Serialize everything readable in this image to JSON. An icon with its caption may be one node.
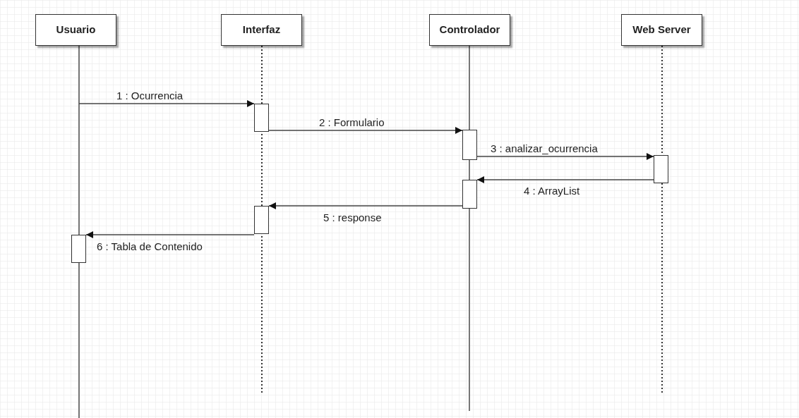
{
  "diagram": {
    "nodes": [
      {
        "text": [
          "Usuario"
        ]
      },
      {
        "text": [
          "Interfaz"
        ]
      },
      {
        "text": [
          "Controlador"
        ]
      },
      {
        "text": [
          "Web Server"
        ]
      },
      {
        "text": [],
        "shape": "bar"
      },
      {
        "text": [],
        "shape": "bar"
      },
      {
        "text": [],
        "shape": "bar"
      },
      {
        "text": [],
        "shape": "bar"
      },
      {
        "text": [],
        "shape": "bar"
      },
      {
        "text": [],
        "shape": "bar"
      }
    ],
    "edges": [
      {
        "from": null,
        "to": 4,
        "arrow": "to",
        "label": "1 : Ocurrencia"
      },
      {
        "from": 4,
        "to": 5,
        "arrow": "to",
        "label": "2 : Formulario"
      },
      {
        "from": 5,
        "to": 6,
        "arrow": "to",
        "label": "3 : analizar_ocurrencia"
      },
      {
        "from": 6,
        "to": 7,
        "arrow": "to",
        "label": "4 : ArrayList"
      },
      {
        "from": 7,
        "to": 8,
        "arrow": "to",
        "label": "5 : response"
      },
      {
        "from": 8,
        "to": 9,
        "arrow": "to",
        "label": "6 : Tabla de Contenido"
      }
    ]
  }
}
